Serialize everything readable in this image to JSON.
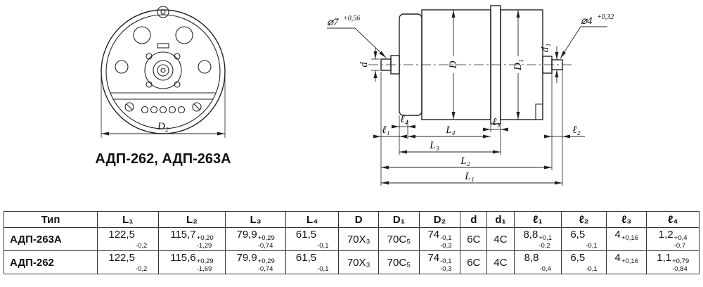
{
  "front_view": {
    "caption": "АДП-262, АДП-263А",
    "dim_d2": "D₂"
  },
  "side_view": {
    "callout_left_dia": "⌀7",
    "callout_left_tol": "+0,56",
    "callout_right_dia": "⌀4",
    "callout_right_tol": "+0,32",
    "dims": {
      "d": "d",
      "D": "D",
      "D1": "D₁",
      "d1": "d₁",
      "l1": "ℓ₁",
      "l2": "ℓ₂",
      "l3": "ℓ₃",
      "l4": "ℓ₄",
      "L1": "L₁",
      "L2": "L₂",
      "L3": "L₃",
      "L4": "L₄"
    }
  },
  "table": {
    "headers": [
      "Тип",
      "L₁",
      "L₂",
      "L₃",
      "L₄",
      "D",
      "D₁",
      "D₂",
      "d",
      "d₁",
      "ℓ₁",
      "ℓ₂",
      "ℓ₃",
      "ℓ₄"
    ],
    "rows": [
      {
        "type": "АДП-263А",
        "cells": [
          {
            "v": "122,5",
            "sup": "",
            "sub": "-0,2"
          },
          {
            "v": "115,7",
            "sup": "+0,20",
            "sub": "-1,29"
          },
          {
            "v": "79,9",
            "sup": "+0,29",
            "sub": "-0,74"
          },
          {
            "v": "61,5",
            "sup": "",
            "sub": "-0,1"
          },
          {
            "v": "70X₃",
            "sup": "",
            "sub": ""
          },
          {
            "v": "70C₅",
            "sup": "",
            "sub": ""
          },
          {
            "v": "74",
            "sup": "-0,1",
            "sub": "-0,3"
          },
          {
            "v": "6C",
            "sup": "",
            "sub": ""
          },
          {
            "v": "4C",
            "sup": "",
            "sub": ""
          },
          {
            "v": "8,8",
            "sup": "+0,1",
            "sub": "-0,2"
          },
          {
            "v": "6,5",
            "sup": "",
            "sub": "-0,1"
          },
          {
            "v": "4",
            "sup": "+0,16",
            "sub": ""
          },
          {
            "v": "1,2",
            "sup": "+0,4",
            "sub": "-0,7"
          }
        ]
      },
      {
        "type": "АДП-262",
        "cells": [
          {
            "v": "122,5",
            "sup": "",
            "sub": "-0,2"
          },
          {
            "v": "115,6",
            "sup": "+0,29",
            "sub": "-1,69"
          },
          {
            "v": "79,9",
            "sup": "+0,29",
            "sub": "-0,74"
          },
          {
            "v": "61,5",
            "sup": "",
            "sub": "-0,1"
          },
          {
            "v": "70X₃",
            "sup": "",
            "sub": ""
          },
          {
            "v": "70C₅",
            "sup": "",
            "sub": ""
          },
          {
            "v": "74",
            "sup": "-0,1",
            "sub": "-0,3"
          },
          {
            "v": "6C",
            "sup": "",
            "sub": ""
          },
          {
            "v": "4C",
            "sup": "",
            "sub": ""
          },
          {
            "v": "8,8",
            "sup": "",
            "sub": "-0,4"
          },
          {
            "v": "6,5",
            "sup": "",
            "sub": "-0,1"
          },
          {
            "v": "4",
            "sup": "+0,16",
            "sub": ""
          },
          {
            "v": "1,1",
            "sup": "+0,79",
            "sub": "-0,84"
          }
        ]
      }
    ]
  }
}
